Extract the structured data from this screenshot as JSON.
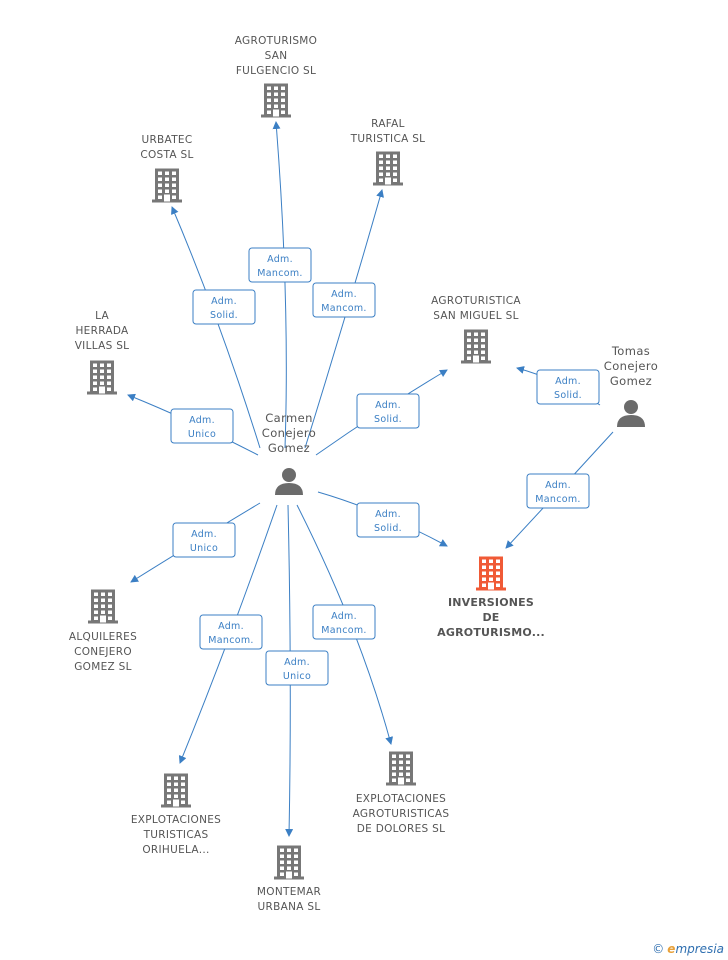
{
  "colors": {
    "edge": "#3b7fc4",
    "node": "#777777",
    "focus": "#f05a36",
    "text": "#555555"
  },
  "nodes": [
    {
      "id": "carmen",
      "kind": "person",
      "lines": [
        "Carmen",
        "Conejero",
        "Gomez"
      ]
    },
    {
      "id": "tomas",
      "kind": "person",
      "lines": [
        "Tomas",
        "Conejero",
        "Gomez"
      ]
    },
    {
      "id": "inversiones",
      "kind": "focus",
      "lines": [
        "INVERSIONES",
        "DE",
        "AGROTURISMO..."
      ]
    },
    {
      "id": "sanfulgencio",
      "kind": "company",
      "lines": [
        "AGROTURISMO",
        "SAN",
        "FULGENCIO SL"
      ]
    },
    {
      "id": "urbatec",
      "kind": "company",
      "lines": [
        "URBATEC",
        "COSTA  SL"
      ]
    },
    {
      "id": "rafal",
      "kind": "company",
      "lines": [
        "RAFAL",
        "TURISTICA SL"
      ]
    },
    {
      "id": "laherrada",
      "kind": "company",
      "lines": [
        "LA",
        "HERRADA",
        "VILLAS SL"
      ]
    },
    {
      "id": "sanmiguel",
      "kind": "company",
      "lines": [
        "AGROTURISTICA",
        "SAN MIGUEL SL"
      ]
    },
    {
      "id": "alquileres",
      "kind": "company",
      "lines": [
        "ALQUILERES",
        "CONEJERO",
        "GOMEZ SL"
      ]
    },
    {
      "id": "orihuela",
      "kind": "company",
      "lines": [
        "EXPLOTACIONES",
        "TURISTICAS",
        "ORIHUELA..."
      ]
    },
    {
      "id": "montemar",
      "kind": "company",
      "lines": [
        "MONTEMAR",
        "URBANA SL"
      ]
    },
    {
      "id": "dolores",
      "kind": "company",
      "lines": [
        "EXPLOTACIONES",
        "AGROTURISTICAS",
        "DE DOLORES SL"
      ]
    }
  ],
  "edges": [
    {
      "from": "carmen",
      "to": "sanfulgencio",
      "label": [
        "Adm.",
        "Mancom."
      ]
    },
    {
      "from": "carmen",
      "to": "urbatec",
      "label": [
        "Adm.",
        "Solid."
      ]
    },
    {
      "from": "carmen",
      "to": "rafal",
      "label": [
        "Adm.",
        "Mancom."
      ]
    },
    {
      "from": "carmen",
      "to": "laherrada",
      "label": [
        "Adm.",
        "Unico"
      ]
    },
    {
      "from": "carmen",
      "to": "sanmiguel",
      "label": [
        "Adm.",
        "Solid."
      ]
    },
    {
      "from": "carmen",
      "to": "inversiones",
      "label": [
        "Adm.",
        "Solid."
      ]
    },
    {
      "from": "carmen",
      "to": "alquileres",
      "label": [
        "Adm.",
        "Unico"
      ]
    },
    {
      "from": "carmen",
      "to": "orihuela",
      "label": [
        "Adm.",
        "Mancom."
      ]
    },
    {
      "from": "carmen",
      "to": "montemar",
      "label": [
        "Adm.",
        "Unico"
      ]
    },
    {
      "from": "carmen",
      "to": "dolores",
      "label": [
        "Adm.",
        "Mancom."
      ]
    },
    {
      "from": "tomas",
      "to": "sanmiguel",
      "label": [
        "Adm.",
        "Solid."
      ]
    },
    {
      "from": "tomas",
      "to": "inversiones",
      "label": [
        "Adm.",
        "Mancom."
      ]
    }
  ],
  "brand": {
    "copyright": "©",
    "initial": "e",
    "rest": "mpresia"
  }
}
